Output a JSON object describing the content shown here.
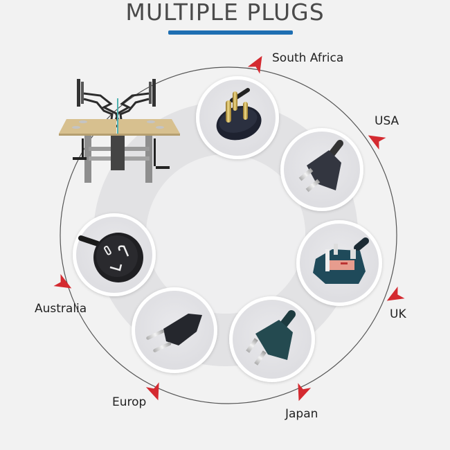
{
  "header": {
    "title": "MULTIPLE PLUGS",
    "accent_color": "#1f6fb2"
  },
  "product": {
    "image": "dual-sided-standing-desk-with-monitor-arms"
  },
  "arrow_color": "#d42a30",
  "plugs": [
    {
      "region": "South Africa",
      "icon": "south-africa-plug-icon"
    },
    {
      "region": "USA",
      "icon": "usa-plug-icon"
    },
    {
      "region": "UK",
      "icon": "uk-plug-icon"
    },
    {
      "region": "Japan",
      "icon": "japan-plug-icon"
    },
    {
      "region": "Europ",
      "icon": "europe-plug-icon"
    },
    {
      "region": "Australia",
      "icon": "australia-plug-icon"
    }
  ]
}
